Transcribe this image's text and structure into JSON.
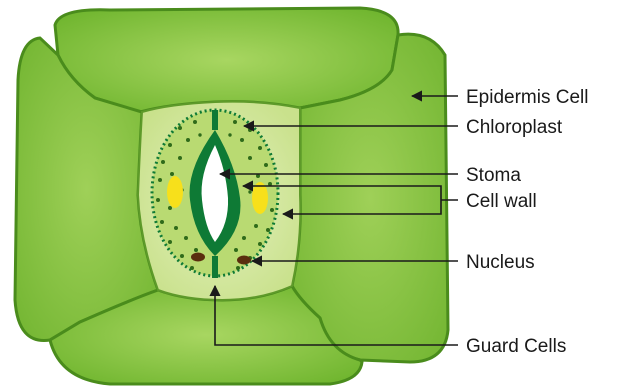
{
  "labels": {
    "epidermis_cell": "Epidermis Cell",
    "chloroplast": "Chloroplast",
    "stoma": "Stoma",
    "cell_wall": "Cell wall",
    "nucleus": "Nucleus",
    "guard_cells": "Guard Cells"
  },
  "colors": {
    "epidermis_fill": "#8dc63f",
    "epidermis_edge": "#4a8c1c",
    "guard_region_fill": "#d5e8a4",
    "guard_cell_fill": "#b7d96f",
    "stoma_wall": "#0e7a35",
    "chloroplast_dot": "#2f6b1a",
    "chloroplast_yellow": "#f7e01b",
    "nucleus": "#5a2e0e",
    "arrow": "#1a1a1a"
  }
}
